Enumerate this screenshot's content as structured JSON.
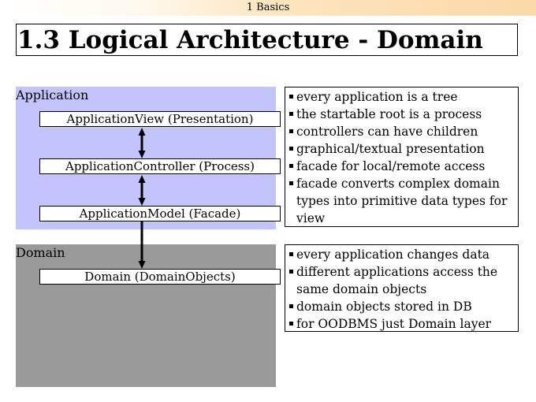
{
  "header": {
    "section": "1 Basics"
  },
  "slide": {
    "title": "1.3 Logical Architecture - Domain"
  },
  "application_layer": {
    "label": "Application",
    "boxes": [
      "ApplicationView (Presentation)",
      "ApplicationController (Process)",
      "ApplicationModel (Facade)"
    ],
    "notes": [
      "every application is a tree",
      "the startable root is a process",
      "controllers can have children",
      "graphical/textual presentation",
      "facade for local/remote access",
      "facade converts complex domain types into primitive data types for view"
    ]
  },
  "domain_layer": {
    "label": "Domain",
    "boxes": [
      "Domain (DomainObjects)"
    ],
    "notes": [
      "every application changes data",
      "different applications access the same domain objects",
      "domain objects stored in DB",
      "for OODBMS just Domain layer"
    ]
  },
  "colors": {
    "application_layer_bg": "#c4c4fc",
    "domain_layer_bg": "#9a9a9a",
    "header_gradient_end": "#fbd9a8"
  }
}
